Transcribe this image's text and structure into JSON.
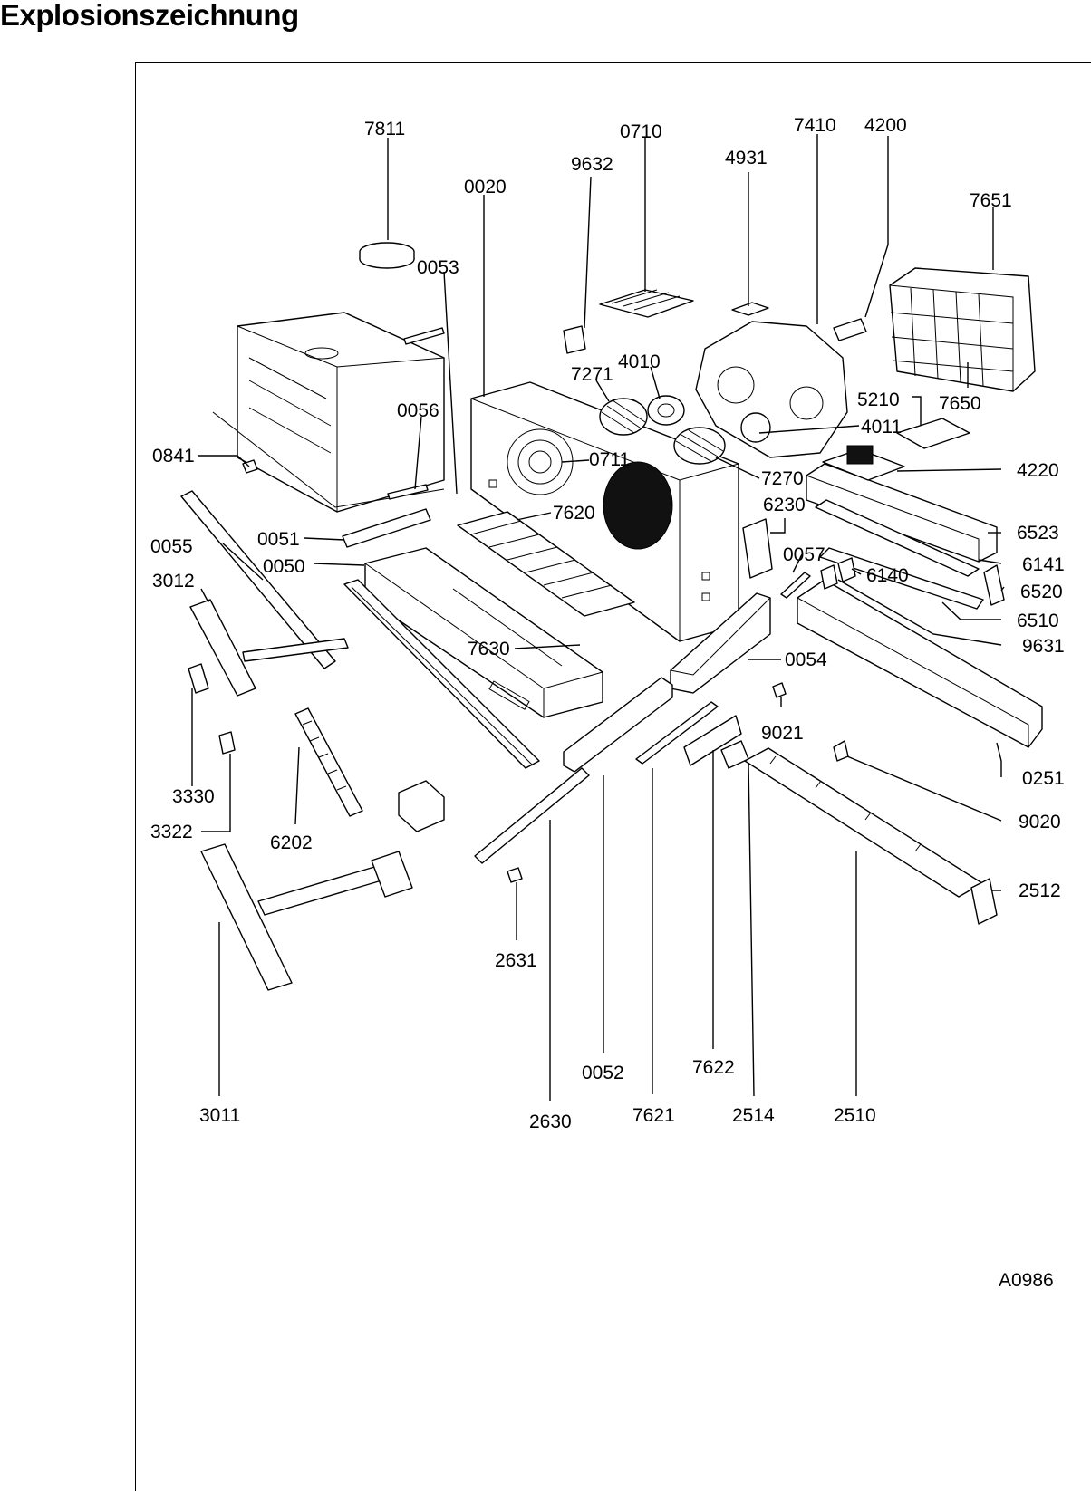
{
  "title": "Explosionszeichnung",
  "drawing_code": "A0986",
  "part_numbers": [
    "7811",
    "0053",
    "0020",
    "9632",
    "0710",
    "4931",
    "7410",
    "4200",
    "7651",
    "0056",
    "7271",
    "4010",
    "5210",
    "7650",
    "4011",
    "0841",
    "0711",
    "7270",
    "4220",
    "6230",
    "7620",
    "6523",
    "0051",
    "0055",
    "0050",
    "0057",
    "6141",
    "3012",
    "6140",
    "6520",
    "6510",
    "9631",
    "7630",
    "0054",
    "0251",
    "9021",
    "9020",
    "3330",
    "3322",
    "6202",
    "2512",
    "2631",
    "3011",
    "2630",
    "0052",
    "7621",
    "7622",
    "2514",
    "2510"
  ]
}
